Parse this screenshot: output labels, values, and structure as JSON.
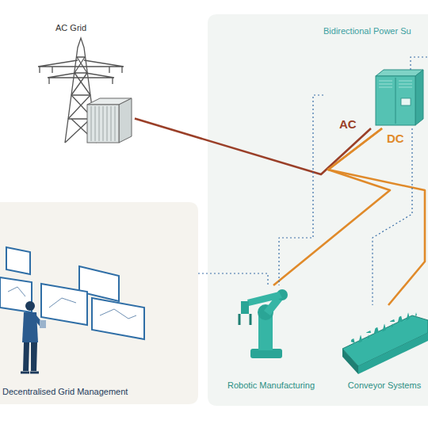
{
  "diagram": {
    "nodes": [
      {
        "text": [
          "AC Grid"
        ]
      },
      {
        "text": [
          "Bidirectional Power Su"
        ]
      },
      {
        "text": [
          "Decentralised Grid Management"
        ]
      },
      {
        "text": [
          "Robotic Manufacturing"
        ]
      },
      {
        "text": [
          "Conveyor Systems"
        ]
      }
    ],
    "edges": [
      {
        "from": 0,
        "to": 1,
        "arrow": "none",
        "label": "AC"
      },
      {
        "from": 1,
        "to": 3,
        "arrow": "none",
        "label": "DC"
      },
      {
        "from": 1,
        "to": 4,
        "arrow": "none"
      },
      {
        "from": 2,
        "to": 3,
        "arrow": "none"
      },
      {
        "from": 1,
        "to": 3,
        "arrow": "none"
      },
      {
        "from": 1,
        "to": 4,
        "arrow": "none"
      }
    ]
  }
}
